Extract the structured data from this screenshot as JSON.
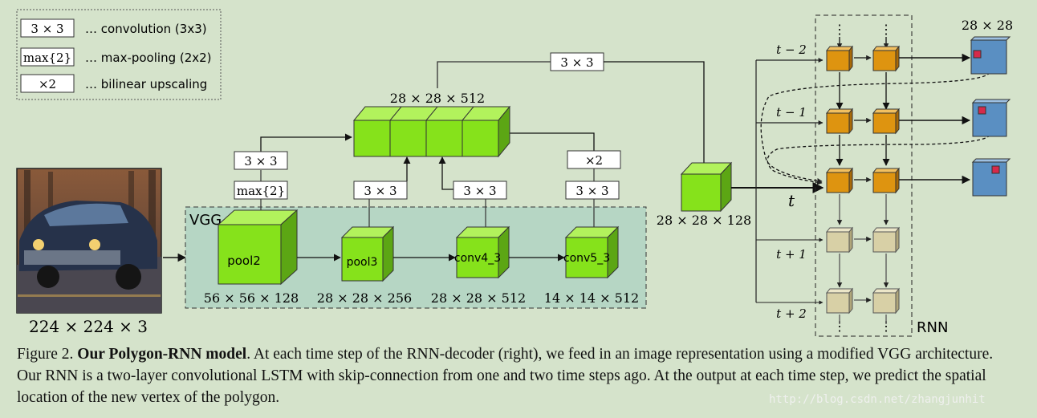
{
  "legend": {
    "items": [
      {
        "box": "3 × 3",
        "text": "… convolution (3x3)"
      },
      {
        "box": "max{2}",
        "text": "… max-pooling (2x2)"
      },
      {
        "box": "×2",
        "text": "… bilinear upscaling"
      }
    ]
  },
  "input": {
    "label": "224 × 224 × 3"
  },
  "vgg": {
    "title": "VGG",
    "blocks": [
      {
        "name": "pool2",
        "dims": "56 × 56 × 128"
      },
      {
        "name": "pool3",
        "dims": "28 × 28 × 256"
      },
      {
        "name": "conv4_3",
        "dims": "28 × 28 × 512"
      },
      {
        "name": "conv5_3",
        "dims": "14 × 14 × 512"
      }
    ]
  },
  "ops": {
    "pool2_max": "max{2}",
    "pool2_conv": "3 × 3",
    "pool3_conv": "3 × 3",
    "conv4_conv": "3 × 3",
    "conv5_conv": "3 × 3",
    "conv5_up": "×2",
    "top_conv": "3 × 3"
  },
  "concat": {
    "label": "28 × 28 × 512"
  },
  "feature": {
    "label": "28 × 28 × 128"
  },
  "rnn": {
    "title": "RNN",
    "output_label": "28 × 28",
    "steps": [
      "t − 2",
      "t − 1",
      "t",
      "t + 1",
      "t + 2"
    ],
    "dots": "⋮"
  },
  "caption": {
    "prefix": "Figure 2. ",
    "title": "Our Polygon-RNN model",
    "body": ". At each time step of the RNN-decoder (right), we feed in an image representation using a modified VGG architecture. Our RNN is a two-layer convolutional LSTM with skip-connection from one and two time steps ago. At the output at each time step, we predict the spatial location of the new vertex of the polygon."
  },
  "watermark": "http://blog.csdn.net/zhangjunhit",
  "colors": {
    "background": "#d5e3cb",
    "green_cube": "#86e21b",
    "orange_cell": "#de9410",
    "beige_cell": "#d8d0a6",
    "output_blue": "#5a8fc2",
    "vgg_panel": "#b6d6c4"
  }
}
